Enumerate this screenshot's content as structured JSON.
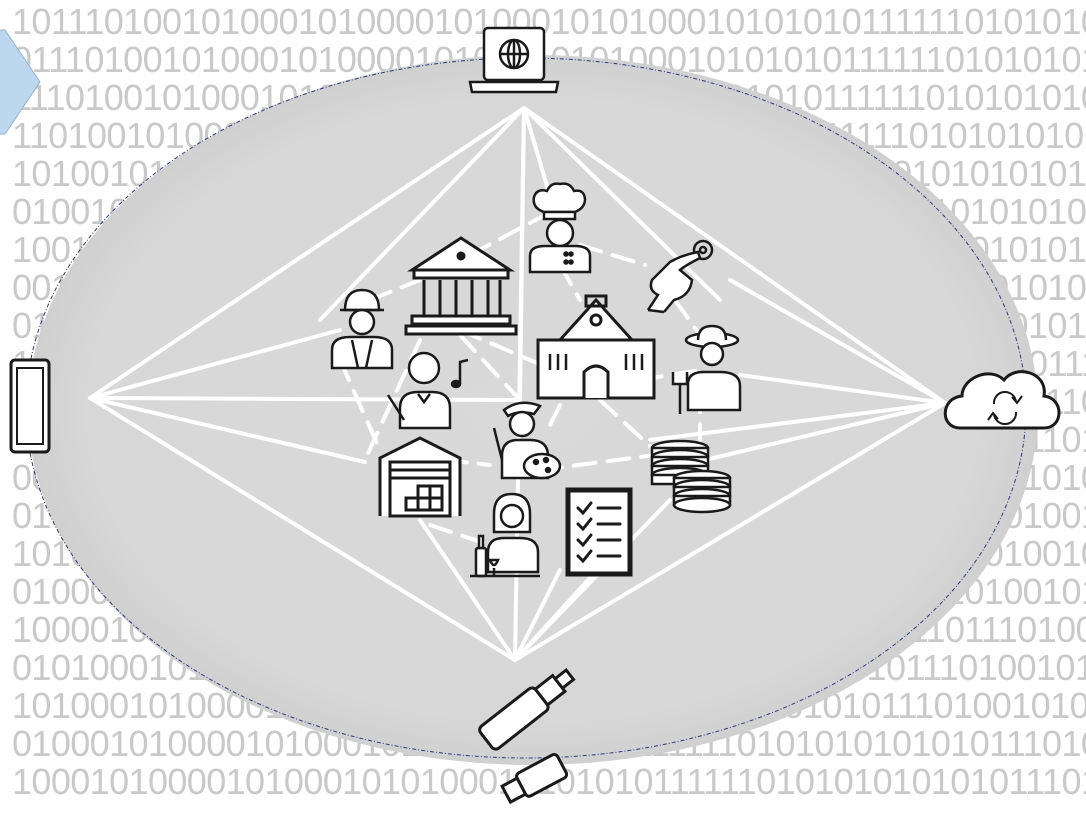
{
  "background": {
    "rows": [
      "10111010010100010100001010001010100010101010111111010101010101",
      "01110100101000101000010100010101000101010101111110101010101010",
      "11101001010001010000101000101010001010101011111101010101010101",
      "11010010100010100001010001010100010101010111111010101010101011",
      "10100101000101000010100010101000101010101111110101010101010111",
      "01001010001010000101000101010001010101011111101010101010101110",
      "10010100010100001010001010100010101010111111010101010101011101",
      "00101000101000010100010101000101010101111110101010101010111010",
      "01010001010000101000101010001010101011111101010101010101110100",
      "10100010100001010001010100010101010111111010101010101011101001",
      "01000101000010100010101000101010101111110101010101010111010010",
      "10001010000101000101010001010101011111101010101010101110100101",
      "00010100001010001010100010101010111111010101010101011101001010",
      "01010000101000101010001010101011111101010101010101110100101000",
      "10100001010001010100010101010111111010101010101011101001010000",
      "01000010100010101000101010101111110101010101010111010010100001",
      "10000101000101010001010101011111101010101010101110111010000101",
      "01010001010000101010101010101010101010101010101110100101000010",
      "10100010100001010001010101011101010101010101011101001010000101",
      "01000101000010100010101000101010111111010101010101011101001010",
      "10001010000101000101010001010101011111101010101010101110100101"
    ]
  },
  "colors": {
    "ellipse": "#d9d9d9",
    "ellipse_outline": "#2f3a7a",
    "links": "#ffffff",
    "icons": "#1a1a1a",
    "arrow": "#bdd7ee"
  },
  "devices": [
    "laptop-globe-icon",
    "tablet-icon",
    "cloud-sync-icon",
    "usb-flash-drive-icon"
  ],
  "actors": [
    "construction-worker-icon",
    "government-building-icon",
    "chef-icon",
    "touch-gesture-icon",
    "school-building-icon",
    "farmer-icon",
    "musician-icon",
    "painter-icon",
    "warehouse-icon",
    "coins-icon",
    "checklist-icon",
    "sommelier-icon"
  ]
}
